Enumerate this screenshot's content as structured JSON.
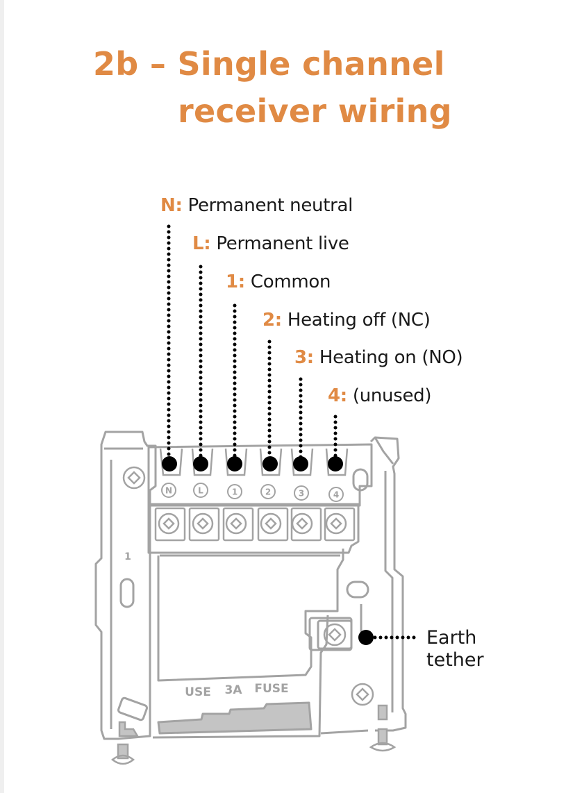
{
  "title": {
    "line1": "2b – Single channel",
    "line2": "receiver wiring"
  },
  "accent_color": "#e08a44",
  "line_color": "#a3a3a3",
  "terminals": [
    {
      "key": "N:",
      "description": "Permanent neutral",
      "marking": "N"
    },
    {
      "key": "L:",
      "description": "Permanent live",
      "marking": "L"
    },
    {
      "key": "1:",
      "description": "Common",
      "marking": "1"
    },
    {
      "key": "2:",
      "description": "Heating off (NC)",
      "marking": "2"
    },
    {
      "key": "3:",
      "description": "Heating on (NO)",
      "marking": "3"
    },
    {
      "key": "4:",
      "description": "(unused)",
      "marking": "4"
    }
  ],
  "earth": {
    "line1": "Earth",
    "line2": "tether"
  },
  "plate": {
    "side_number": "1",
    "fuse_words": [
      "USE",
      "3A",
      "FUSE"
    ]
  }
}
